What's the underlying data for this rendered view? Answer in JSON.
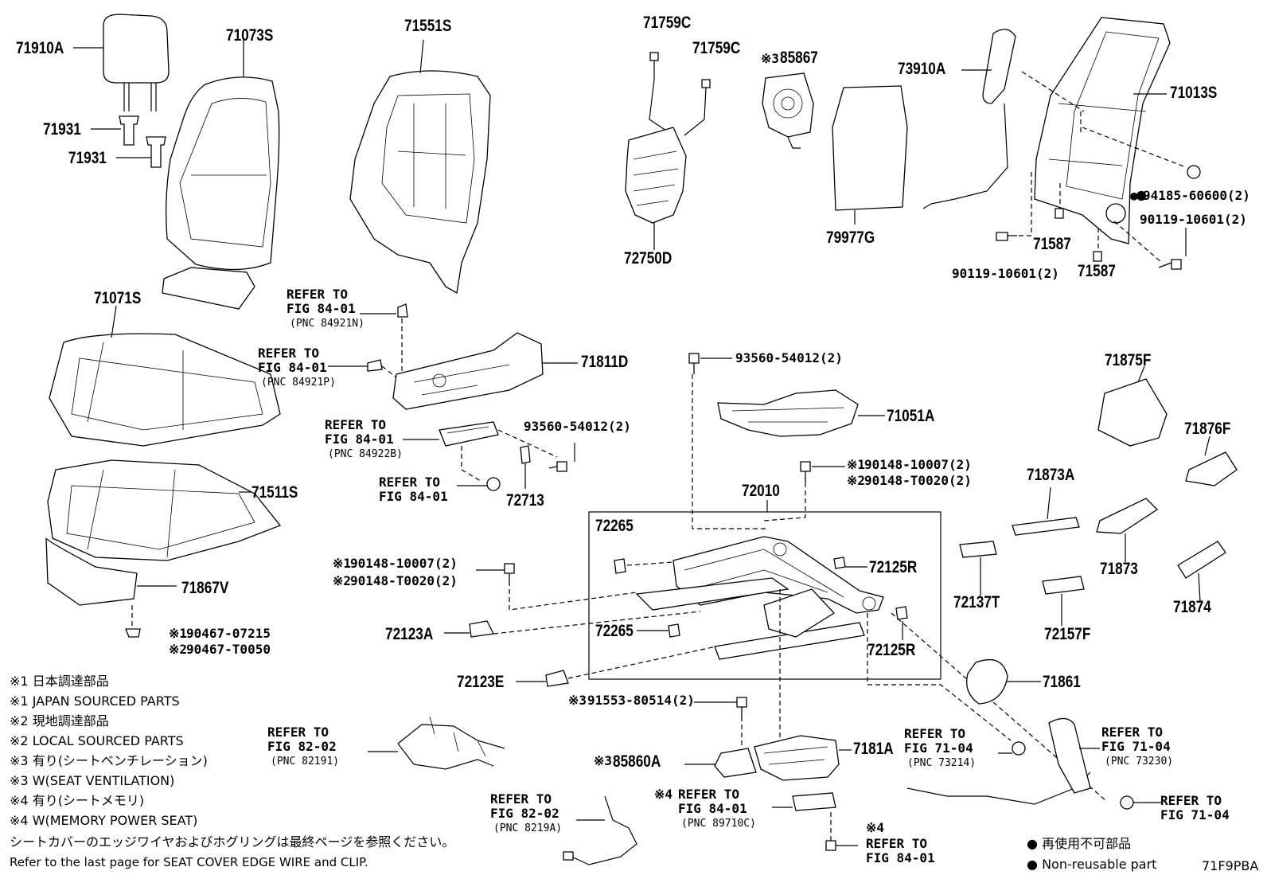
{
  "parts": [
    {
      "id": "71910A",
      "label": "71910A"
    },
    {
      "id": "71073S",
      "label": "71073S"
    },
    {
      "id": "71551S",
      "label": "71551S"
    },
    {
      "id": "71931a",
      "label": "71931"
    },
    {
      "id": "71931b",
      "label": "71931"
    },
    {
      "id": "71759Ca",
      "label": "71759C"
    },
    {
      "id": "71759Cb",
      "label": "71759C"
    },
    {
      "id": "85867",
      "label": "85867",
      "mark": "※3"
    },
    {
      "id": "73910A",
      "label": "73910A"
    },
    {
      "id": "71013S",
      "label": "71013S"
    },
    {
      "id": "72750D",
      "label": "72750D"
    },
    {
      "id": "79977G",
      "label": "79977G"
    },
    {
      "id": "94185",
      "label": "94185-60600(2)",
      "mark": "●"
    },
    {
      "id": "90119a",
      "label": "90119-10601(2)"
    },
    {
      "id": "71587a",
      "label": "71587"
    },
    {
      "id": "90119b",
      "label": "90119-10601(2)"
    },
    {
      "id": "71587b",
      "label": "71587"
    },
    {
      "id": "71071S",
      "label": "71071S"
    },
    {
      "id": "71811D",
      "label": "71811D"
    },
    {
      "id": "93560a",
      "label": "93560-54012(2)"
    },
    {
      "id": "71051A",
      "label": "71051A"
    },
    {
      "id": "71875F",
      "label": "71875F"
    },
    {
      "id": "71876F",
      "label": "71876F"
    },
    {
      "id": "93560b",
      "label": "93560-54012(2)"
    },
    {
      "id": "90148a",
      "label": "90148-10007(2)",
      "mark": "※1"
    },
    {
      "id": "90148b",
      "label": "90148-T0020(2)",
      "mark": "※2"
    },
    {
      "id": "71511S",
      "label": "71511S"
    },
    {
      "id": "72713",
      "label": "72713"
    },
    {
      "id": "72010",
      "label": "72010"
    },
    {
      "id": "71873A",
      "label": "71873A"
    },
    {
      "id": "72265a",
      "label": "72265"
    },
    {
      "id": "72125Ra",
      "label": "72125R"
    },
    {
      "id": "90148c",
      "label": "90148-10007(2)",
      "mark": "※1"
    },
    {
      "id": "90148d",
      "label": "90148-T0020(2)",
      "mark": "※2"
    },
    {
      "id": "71867V",
      "label": "71867V"
    },
    {
      "id": "72137T",
      "label": "72137T"
    },
    {
      "id": "71873",
      "label": "71873"
    },
    {
      "id": "71874",
      "label": "71874"
    },
    {
      "id": "72123A",
      "label": "72123A"
    },
    {
      "id": "72265b",
      "label": "72265"
    },
    {
      "id": "72125Rb",
      "label": "72125R"
    },
    {
      "id": "72157F",
      "label": "72157F"
    },
    {
      "id": "90467a",
      "label": "90467-07215",
      "mark": "※1"
    },
    {
      "id": "90467b",
      "label": "90467-T0050",
      "mark": "※2"
    },
    {
      "id": "72123E",
      "label": "72123E"
    },
    {
      "id": "71861",
      "label": "71861"
    },
    {
      "id": "91553",
      "label": "91553-80514(2)",
      "mark": "※3"
    },
    {
      "id": "85860A",
      "label": "85860A",
      "mark": "※3"
    },
    {
      "id": "7181A",
      "label": "7181A"
    }
  ],
  "refs": [
    {
      "id": "ref-84921N",
      "lines": [
        "REFER TO",
        "FIG 84-01"
      ],
      "pnc": "(PNC 84921N)"
    },
    {
      "id": "ref-84921P",
      "lines": [
        "REFER TO",
        "FIG 84-01"
      ],
      "pnc": "(PNC 84921P)"
    },
    {
      "id": "ref-84922B",
      "lines": [
        "REFER TO",
        "FIG 84-01"
      ],
      "pnc": "(PNC 84922B)"
    },
    {
      "id": "ref-84-01a",
      "lines": [
        "REFER TO",
        "FIG 84-01"
      ],
      "pnc": ""
    },
    {
      "id": "ref-82191",
      "lines": [
        "REFER TO",
        "FIG 82-02"
      ],
      "pnc": "(PNC 82191)"
    },
    {
      "id": "ref-8219A",
      "lines": [
        "REFER TO",
        "FIG 82-02"
      ],
      "pnc": "(PNC 8219A)"
    },
    {
      "id": "ref-89710C",
      "lines": [
        "REFER TO",
        "FIG 84-01"
      ],
      "pnc": "(PNC 89710C)",
      "mark": "※4"
    },
    {
      "id": "ref-84-01b",
      "lines": [
        "REFER TO",
        "FIG 84-01"
      ],
      "pnc": "",
      "mark": "※4"
    },
    {
      "id": "ref-73214",
      "lines": [
        "REFER TO",
        "FIG 71-04"
      ],
      "pnc": "(PNC 73214)"
    },
    {
      "id": "ref-73230",
      "lines": [
        "REFER TO",
        "FIG 71-04"
      ],
      "pnc": "(PNC 73230)"
    },
    {
      "id": "ref-71-04",
      "lines": [
        "REFER TO",
        "FIG 71-04"
      ],
      "pnc": ""
    }
  ],
  "legend": [
    {
      "mark": "※1",
      "text": "日本調達部品"
    },
    {
      "mark": "※1",
      "text": "JAPAN SOURCED PARTS"
    },
    {
      "mark": "※2",
      "text": "現地調達部品"
    },
    {
      "mark": "※2",
      "text": "LOCAL SOURCED PARTS"
    },
    {
      "mark": "※3",
      "text": "有り(シートベンチレーション)"
    },
    {
      "mark": "※3",
      "text": "W(SEAT VENTILATION)"
    },
    {
      "mark": "※4",
      "text": "有り(シートメモリ)"
    },
    {
      "mark": "※4",
      "text": "W(MEMORY POWER SEAT)"
    }
  ],
  "footer": {
    "jp_note": "シートカバーのエッジワイヤおよびホグリングは最終ページを参照ください。",
    "en_note": "Refer to the last page for SEAT COVER EDGE WIRE and CLIP."
  },
  "nonreusable": {
    "mark": "●",
    "jp": "再使用不可部品",
    "en": "Non-reusable part"
  },
  "figure_code": "71F9PBA"
}
